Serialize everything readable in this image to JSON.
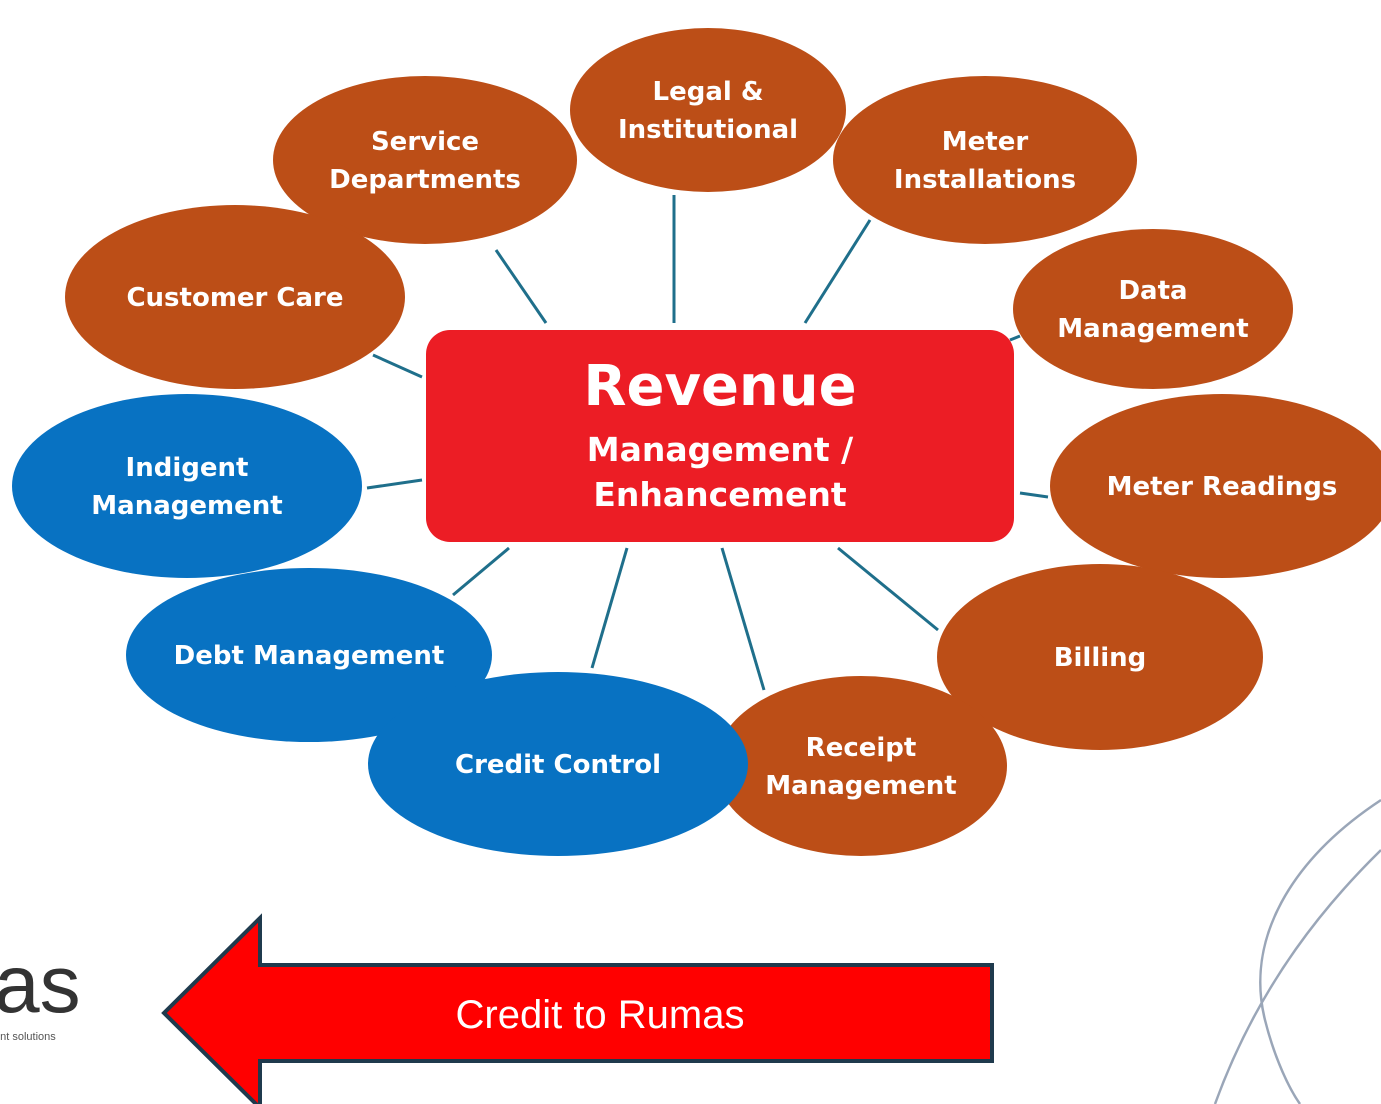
{
  "colors": {
    "brown": "#BC4E17",
    "blue": "#0872C2",
    "center": "#EC1D25",
    "connector": "#1F6F8B",
    "arrow_fill": "#FF0000",
    "arrow_stroke": "#1F3A4D",
    "swirl": "#9AA6B8"
  },
  "center": {
    "title": "Revenue",
    "line1": "Management /",
    "line2": "Enhancement"
  },
  "nodes": [
    {
      "id": "legal",
      "lines": [
        "Legal &",
        "Institutional"
      ],
      "color": "brown"
    },
    {
      "id": "service",
      "lines": [
        "Service",
        "Departments"
      ],
      "color": "brown"
    },
    {
      "id": "meter-install",
      "lines": [
        "Meter",
        "Installations"
      ],
      "color": "brown"
    },
    {
      "id": "customer-care",
      "lines": [
        "Customer Care"
      ],
      "color": "brown"
    },
    {
      "id": "data",
      "lines": [
        "Data",
        "Management"
      ],
      "color": "brown"
    },
    {
      "id": "indigent",
      "lines": [
        "Indigent",
        "Management"
      ],
      "color": "blue"
    },
    {
      "id": "meter-readings",
      "lines": [
        "Meter Readings"
      ],
      "color": "brown"
    },
    {
      "id": "debt",
      "lines": [
        "Debt Management"
      ],
      "color": "blue"
    },
    {
      "id": "billing",
      "lines": [
        "Billing"
      ],
      "color": "brown"
    },
    {
      "id": "receipt",
      "lines": [
        "Receipt",
        "Management"
      ],
      "color": "brown"
    },
    {
      "id": "credit-control",
      "lines": [
        "Credit Control"
      ],
      "color": "blue"
    }
  ],
  "arrow": {
    "label": "Credit to Rumas"
  },
  "logo": {
    "text": "as",
    "tagline": "ent solutions"
  }
}
